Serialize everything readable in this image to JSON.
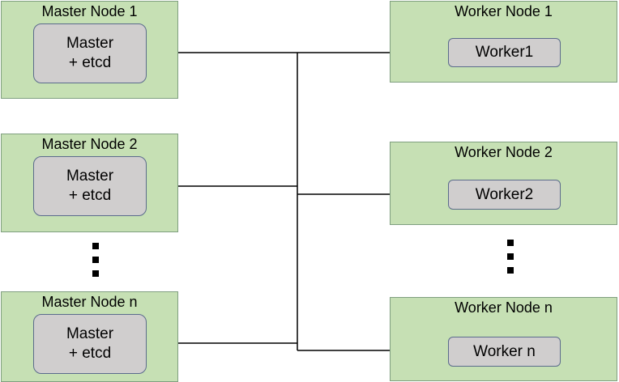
{
  "masters": [
    {
      "title": "Master Node 1",
      "line1": "Master",
      "line2": "+ etcd"
    },
    {
      "title": "Master Node 2",
      "line1": "Master",
      "line2": "+ etcd"
    },
    {
      "title": "Master Node n",
      "line1": "Master",
      "line2": "+ etcd"
    }
  ],
  "workers": [
    {
      "title": "Worker Node 1",
      "label": "Worker1"
    },
    {
      "title": "Worker Node 2",
      "label": "Worker2"
    },
    {
      "title": "Worker Node n",
      "label": "Worker n"
    }
  ],
  "colors": {
    "node_fill": "#c6e0b4",
    "box_fill": "#d0cece",
    "box_border": "#5b6b8c",
    "wire": "#000000"
  }
}
